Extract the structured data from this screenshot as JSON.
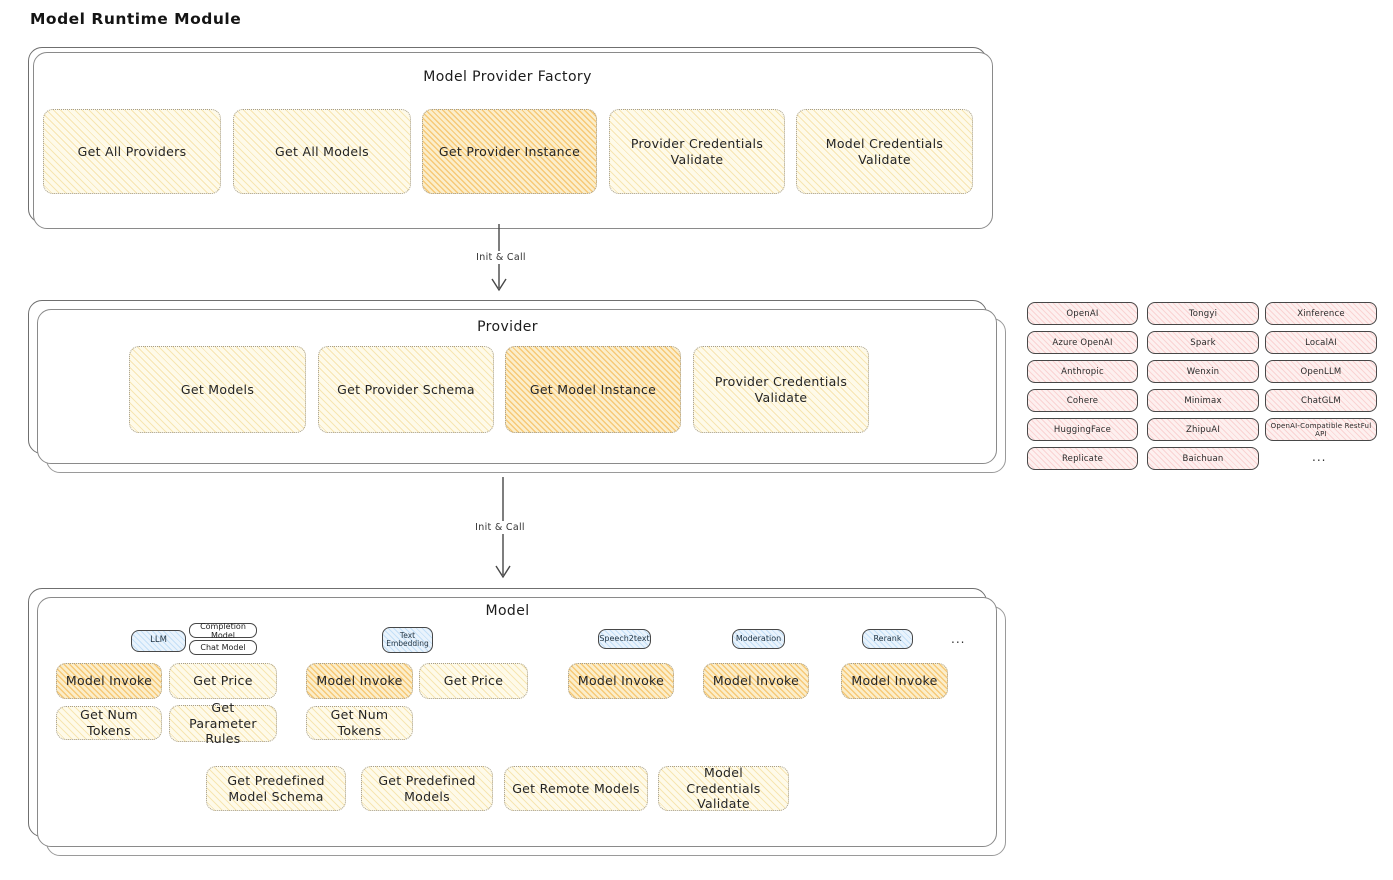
{
  "page": {
    "title": "Model Runtime Module"
  },
  "factory": {
    "title": "Model Provider Factory",
    "boxes": [
      "Get All Providers",
      "Get All Models",
      "Get Provider Instance",
      "Provider Credentials Validate",
      "Model Credentials Validate"
    ]
  },
  "arrow1": {
    "label": "Init & Call"
  },
  "arrow2": {
    "label": "Init & Call"
  },
  "provider": {
    "title": "Provider",
    "boxes": [
      "Get Models",
      "Get Provider Schema",
      "Get Model Instance",
      "Provider Credentials Validate"
    ]
  },
  "vendors": {
    "col1": [
      "OpenAI",
      "Azure OpenAI",
      "Anthropic",
      "Cohere",
      "HuggingFace",
      "Replicate"
    ],
    "col2": [
      "Tongyi",
      "Spark",
      "Wenxin",
      "Minimax",
      "ZhipuAI",
      "Baichuan"
    ],
    "col3": [
      "Xinference",
      "LocalAI",
      "OpenLLM",
      "ChatGLM",
      "OpenAI-Compatible RestFul API"
    ],
    "more": "..."
  },
  "model": {
    "title": "Model",
    "tabs": {
      "llm": "LLM",
      "completion": "Completion Model",
      "chat": "Chat Model",
      "text_embedding": "Text Embedding",
      "speech2text": "Speech2text",
      "moderation": "Moderation",
      "rerank": "Rerank",
      "more": "..."
    },
    "row1": [
      "Model Invoke",
      "Get Price",
      "Model Invoke",
      "Get Price",
      "Model Invoke",
      "Model Invoke",
      "Model Invoke"
    ],
    "row2": [
      "Get Num Tokens",
      "Get Parameter Rules",
      "Get Num Tokens"
    ],
    "row3": [
      "Get Predefined Model Schema",
      "Get Predefined Models",
      "Get Remote Models",
      "Model Credentials Validate"
    ]
  },
  "colors": {
    "highlight_orange": "#f3a424",
    "light_yellow": "#fefae9",
    "vendor_pink": "#fdf0ef",
    "tab_blue": "#e9f3fc",
    "stroke": "#6f6f6f"
  }
}
